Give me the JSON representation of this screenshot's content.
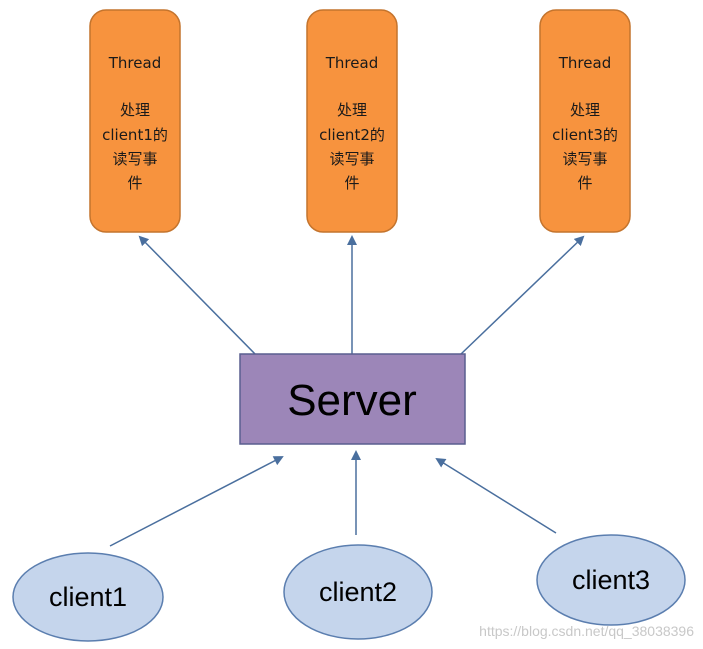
{
  "colors": {
    "thread_fill": "#f7933e",
    "thread_stroke": "#c4742d",
    "server_fill": "#9c86b8",
    "server_stroke": "#5a5f8f",
    "client_fill": "#c5d5ec",
    "client_stroke": "#5b7eaf",
    "arrow": "#4a6f9e"
  },
  "threads": [
    {
      "title": "Thread",
      "lines": [
        "处理",
        "client1的",
        "读写事",
        "件"
      ]
    },
    {
      "title": "Thread",
      "lines": [
        "处理",
        "client2的",
        "读写事",
        "件"
      ]
    },
    {
      "title": "Thread",
      "lines": [
        "处理",
        "client3的",
        "读写事",
        "件"
      ]
    }
  ],
  "server": {
    "label": "Server"
  },
  "clients": [
    {
      "label": "client1"
    },
    {
      "label": "client2"
    },
    {
      "label": "client3"
    }
  ],
  "watermark": "https://blog.csdn.net/qq_38038396"
}
